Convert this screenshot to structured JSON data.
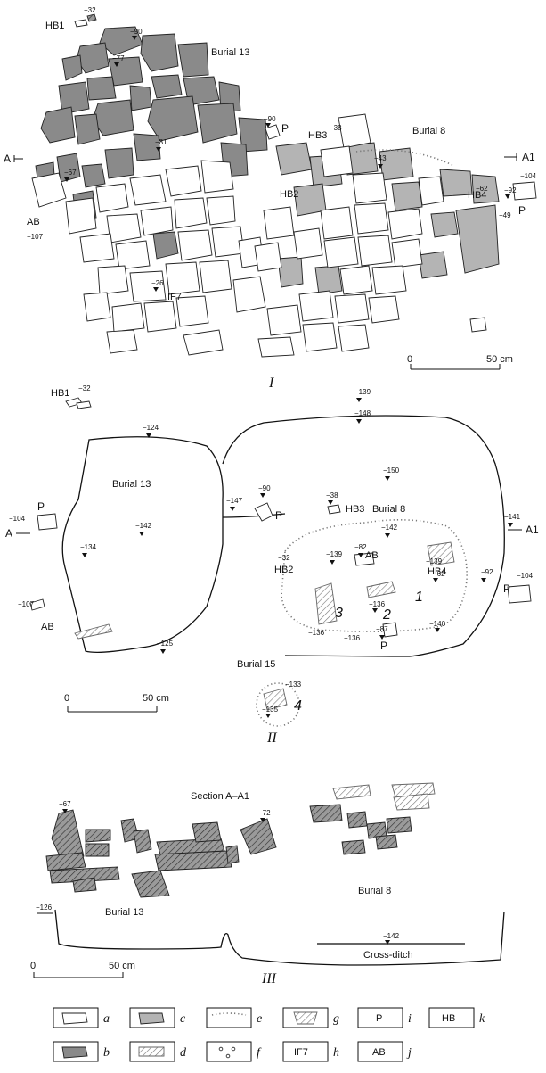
{
  "panels": {
    "p1": {
      "roman": "I",
      "burial13": "Burial 13",
      "burial8": "Burial 8",
      "hb1": "HB1",
      "hb2": "HB2",
      "hb3": "HB3",
      "hb4": "HB4",
      "ab": "AB",
      "if7": "IF7",
      "p_a": "P",
      "p_b": "P",
      "a": "A",
      "a1": "A1",
      "depths": {
        "d32": "−32",
        "d90a": "−90",
        "d77": "−77",
        "d90b": "−90",
        "d81": "−81",
        "d38": "−38",
        "d43": "−43",
        "d67": "−67",
        "d62": "−62",
        "d92": "−92",
        "d104": "−104",
        "d107": "−107",
        "d49": "−49",
        "d26": "−26"
      },
      "scale_0": "0",
      "scale_50": "50 cm"
    },
    "p2": {
      "roman": "II",
      "burial13": "Burial 13",
      "burial8": "Burial 8",
      "burial15": "Burial 15",
      "hb1": "HB1",
      "hb2": "HB2",
      "hb3": "HB3",
      "hb4": "HB4",
      "ab_a": "AB",
      "ab_b": "AB",
      "p_a": "P",
      "p_b": "P",
      "p_c": "P",
      "p_d": "P",
      "a": "A",
      "a1": "A1",
      "n1": "1",
      "n2": "2",
      "n3": "3",
      "n4": "4",
      "depths": {
        "d32a": "−32",
        "d139a": "−139",
        "d148": "−148",
        "d124": "−124",
        "d150": "−150",
        "d90": "−90",
        "d147": "−147",
        "d38": "−38",
        "d142a": "−142",
        "d104a": "−104",
        "d142b": "−142",
        "d141": "−141",
        "d134": "−134",
        "d32b": "−32",
        "d139b": "−139",
        "d82": "−82",
        "d139c": "−139",
        "d62": "−62",
        "d92": "−92",
        "d104b": "−104",
        "d107": "−107",
        "d136a": "−136",
        "d136b": "−136",
        "d136c": "−136",
        "d87": "−87",
        "d140": "−140",
        "d125": "−125",
        "d133": "−133",
        "d135": "−135"
      },
      "scale_0": "0",
      "scale_50": "50 cm"
    },
    "p3": {
      "roman": "III",
      "section": "Section A–A1",
      "burial13": "Burial 13",
      "burial8": "Burial 8",
      "cross_ditch": "Cross-ditch",
      "depths": {
        "d67": "−67",
        "d72": "−72",
        "d126": "−126",
        "d142": "−142"
      },
      "scale_0": "0",
      "scale_50": "50 cm"
    }
  },
  "legend": {
    "a": "a",
    "b": "b",
    "c": "c",
    "d": "d",
    "e": "e",
    "f": "f",
    "g": "g",
    "h": "h",
    "i": "i",
    "j": "j",
    "k": "k",
    "h_box": "IF7",
    "i_box": "P",
    "j_box": "AB",
    "k_box": "HB"
  },
  "colors": {
    "dark_stone": "#8a8a8a",
    "light_stone": "#b4b4b4",
    "ink": "#111111"
  }
}
